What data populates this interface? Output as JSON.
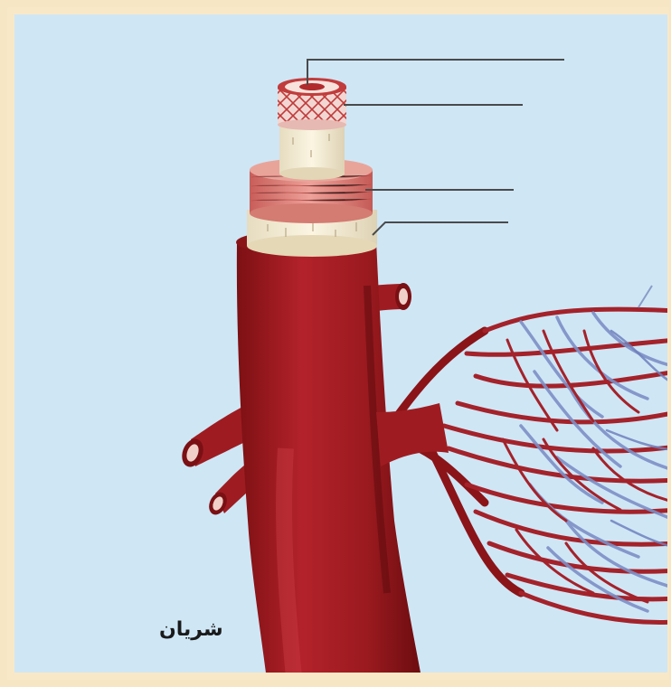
{
  "figure": {
    "caption": "شريان",
    "colors": {
      "background": "#cfe6f5",
      "frame": "#f8e8c8",
      "artery": "#a11a1f",
      "artery_dark": "#6e0d10",
      "connective_layer": "#f3ead2",
      "muscle_layer": "#d9756f",
      "vein_blue": "#7a8fc4",
      "leader_line": "#4a4a4a"
    },
    "label_lines": [
      {
        "name": "endothelium-leader",
        "text": ""
      },
      {
        "name": "inner-elastic-leader",
        "text": ""
      },
      {
        "name": "muscle-layer-leader",
        "text": ""
      },
      {
        "name": "outer-layer-leader",
        "text": ""
      },
      {
        "name": "capillary-leader",
        "text": ""
      }
    ]
  }
}
